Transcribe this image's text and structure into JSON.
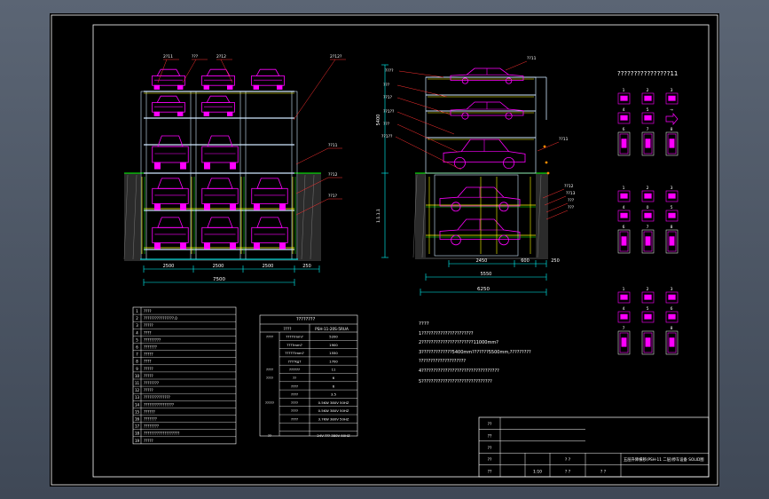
{
  "colors": {
    "window_bg": "#4b5563",
    "canvas": "#000000",
    "frame": "#ffffff",
    "steel": "#cfe8ff",
    "car": "#ff00ff",
    "rail": "#ffff00",
    "dim": "#00ffff",
    "leader": "#ff3030",
    "ground": "#00ff00",
    "accent": "#ff8c00"
  },
  "icons": [
    "car-icon",
    "arrow-right-icon",
    "arrow-left-icon",
    "arrow-up-icon"
  ],
  "front_view": {
    "top_callouts": [
      "2?11",
      "???",
      "2?12",
      "2?12?"
    ],
    "side_callouts": [
      "??11",
      "??12",
      "??1?"
    ],
    "dimensions": [
      "2500",
      "2500",
      "2500",
      "250",
      "7500"
    ]
  },
  "side_view": {
    "callouts": [
      "????",
      "???",
      "??1?",
      "??1??",
      "???",
      "??1??",
      "??11",
      "??12",
      "??13",
      "???"
    ],
    "height_left": "5400",
    "height_lower": "1.1.1.1",
    "dimensions": [
      "2450",
      "600",
      "250",
      "5550",
      "6250"
    ]
  },
  "cycle": {
    "title": "????????????????11",
    "groups": [
      [
        [
          "1",
          "2",
          "3"
        ],
        [
          "4",
          "5",
          "→"
        ],
        [
          "6",
          "7",
          "8"
        ]
      ],
      [
        [
          "1",
          "2",
          "3"
        ],
        [
          "4",
          "0",
          "5"
        ],
        [
          "6",
          "7",
          "8"
        ]
      ],
      [
        [
          "1",
          "2",
          "3"
        ],
        [
          "4",
          "5",
          "6"
        ],
        [
          "7",
          "",
          "8"
        ]
      ]
    ]
  },
  "parts_table": {
    "rows": [
      [
        "1",
        "????"
      ],
      [
        "2",
        "????????????????.0"
      ],
      [
        "3",
        "?????"
      ],
      [
        "4",
        "????"
      ],
      [
        "5",
        "?????????"
      ],
      [
        "6",
        "???????"
      ],
      [
        "7",
        "?????"
      ],
      [
        "8",
        "????"
      ],
      [
        "9",
        "?????"
      ],
      [
        "10",
        "?????"
      ],
      [
        "11",
        "????????"
      ],
      [
        "12",
        "?????"
      ],
      [
        "13",
        "??????????????"
      ],
      [
        "14",
        "????????????????"
      ],
      [
        "15",
        "??????"
      ],
      [
        "16",
        "???????"
      ],
      [
        "17",
        "????????"
      ],
      [
        "18",
        "???????????????????"
      ],
      [
        "19",
        "?????"
      ]
    ]
  },
  "spec_table": {
    "title": "????????",
    "header": [
      "????",
      "PSH-11-20S-5RUA"
    ],
    "rows": [
      [
        "????",
        "?????mm?",
        "5200"
      ],
      [
        "",
        "????mm?",
        "1900"
      ],
      [
        "",
        "??????mm?",
        "1550"
      ],
      [
        "",
        "????kg?",
        "1700"
      ],
      [
        "????",
        "??????",
        "11"
      ],
      [
        "????",
        "??",
        "6"
      ],
      [
        "",
        "????",
        "6"
      ],
      [
        "",
        "????",
        "3.5"
      ],
      [
        "?????",
        "????",
        "0.5KW 380V 50HZ"
      ],
      [
        "",
        "????",
        "0.5KW 380V 50HZ"
      ],
      [
        "",
        "????",
        "3.7KW 380V 50HZ"
      ],
      [
        "",
        "",
        ""
      ],
      [
        "??",
        "",
        "24V ??? 380V 50HZ"
      ]
    ]
  },
  "notes": {
    "title": "????",
    "lines": [
      "1??????????????????????",
      "2??????????????????????11000mm?",
      "3?????????????5400mm???????5500mm,?????????",
      "      ????????????????????",
      "4?????????????????????????????????",
      "5??????????????????????????????"
    ]
  },
  "title_block": {
    "row_labels": [
      "??",
      "??",
      "??",
      "??",
      "??"
    ],
    "scale": "1:10",
    "sign_cells": [
      "? ?",
      "? ?",
      "? ?"
    ],
    "drawing_title": "五层升降横移(PSH-11 二层)停车设备 SOLID图"
  }
}
